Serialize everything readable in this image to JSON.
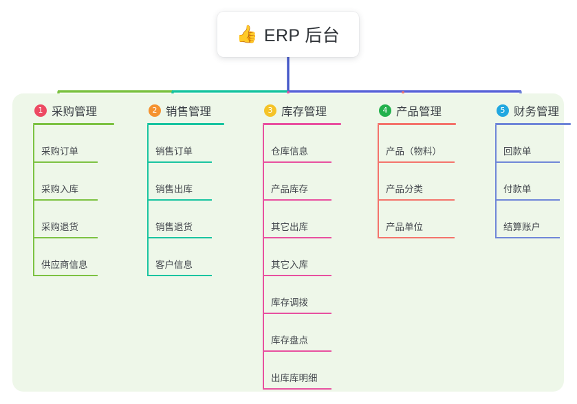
{
  "root": {
    "icon": "thumbs-up-icon",
    "icon_glyph": "👍",
    "label": "ERP 后台"
  },
  "palette": {
    "page_background": "#ffffff",
    "panel_background": "#eef7e9",
    "card_background": "#ffffff",
    "text": "#3a3f45",
    "root_stem": "#4558c9",
    "bus_left_green": "#7cc242",
    "bus_teal": "#18c4a0",
    "bus_blue": "#5a64d8"
  },
  "columns": [
    {
      "number": "1",
      "title": "采购管理",
      "badge_color": "#ed4a63",
      "line_color": "#7cc242",
      "drop_color": "#7cc242",
      "items": [
        "采购订单",
        "采购入库",
        "采购退货",
        "供应商信息"
      ]
    },
    {
      "number": "2",
      "title": "销售管理",
      "badge_color": "#f5922f",
      "line_color": "#18c4a0",
      "drop_color": "#18c4a0",
      "items": [
        "销售订单",
        "销售出库",
        "销售退货",
        "客户信息"
      ]
    },
    {
      "number": "3",
      "title": "库存管理",
      "badge_color": "#f5c328",
      "line_color": "#e8509f",
      "drop_color": "#e8509f",
      "items": [
        "仓库信息",
        "产品库存",
        "其它出库",
        "其它入库",
        "库存调拨",
        "库存盘点",
        "出库库明细"
      ]
    },
    {
      "number": "4",
      "title": "产品管理",
      "badge_color": "#22b14c",
      "line_color": "#f4736b",
      "drop_color": "#f4736b",
      "items": [
        "产品（物料）",
        "产品分类",
        "产品单位"
      ]
    },
    {
      "number": "5",
      "title": "财务管理",
      "badge_color": "#21a7e0",
      "line_color": "#6f86d8",
      "drop_color": "#6f86d8",
      "items": [
        "回款单",
        "付款单",
        "结算账户"
      ]
    }
  ]
}
